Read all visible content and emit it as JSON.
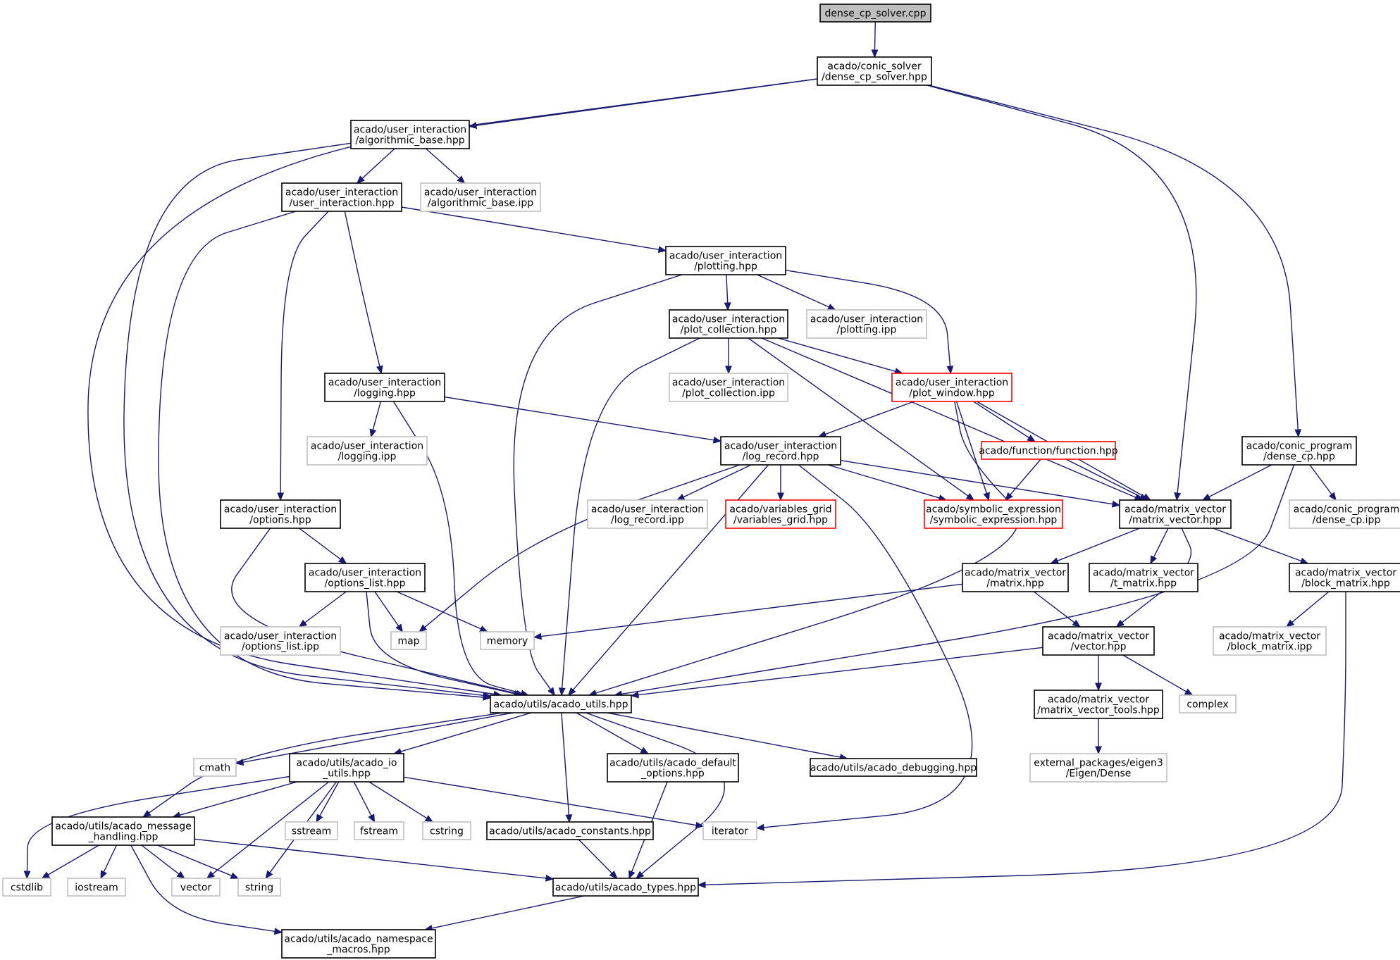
{
  "colors": {
    "edge": "#191970",
    "root_fill": "#bfbfbf",
    "normal_border": "#000000",
    "external_border": "#bfbfbf",
    "truncated_border": "#ff0000",
    "text": "#000000"
  },
  "nodes": {
    "dense_cp_solver_cpp": {
      "lines": [
        "dense_cp_solver.cpp"
      ],
      "kind": "root"
    },
    "conic_solver_dense_cp_solver_hpp": {
      "lines": [
        "acado/conic_solver",
        "/dense_cp_solver.hpp"
      ],
      "kind": "normal"
    },
    "algorithmic_base_hpp": {
      "lines": [
        "acado/user_interaction",
        "/algorithmic_base.hpp"
      ],
      "kind": "normal"
    },
    "user_interaction_hpp": {
      "lines": [
        "acado/user_interaction",
        "/user_interaction.hpp"
      ],
      "kind": "normal"
    },
    "algorithmic_base_ipp": {
      "lines": [
        "acado/user_interaction",
        "/algorithmic_base.ipp"
      ],
      "kind": "external"
    },
    "plotting_hpp": {
      "lines": [
        "acado/user_interaction",
        "/plotting.hpp"
      ],
      "kind": "normal"
    },
    "plot_collection_hpp": {
      "lines": [
        "acado/user_interaction",
        "/plot_collection.hpp"
      ],
      "kind": "normal"
    },
    "plotting_ipp": {
      "lines": [
        "acado/user_interaction",
        "/plotting.ipp"
      ],
      "kind": "external"
    },
    "logging_hpp": {
      "lines": [
        "acado/user_interaction",
        "/logging.hpp"
      ],
      "kind": "normal"
    },
    "plot_collection_ipp": {
      "lines": [
        "acado/user_interaction",
        "/plot_collection.ipp"
      ],
      "kind": "external"
    },
    "plot_window_hpp": {
      "lines": [
        "acado/user_interaction",
        "/plot_window.hpp"
      ],
      "kind": "truncated"
    },
    "logging_ipp": {
      "lines": [
        "acado/user_interaction",
        "/logging.ipp"
      ],
      "kind": "external"
    },
    "log_record_hpp": {
      "lines": [
        "acado/user_interaction",
        "/log_record.hpp"
      ],
      "kind": "normal"
    },
    "function_hpp": {
      "lines": [
        "acado/function/function.hpp"
      ],
      "kind": "truncated"
    },
    "dense_cp_hpp": {
      "lines": [
        "acado/conic_program",
        "/dense_cp.hpp"
      ],
      "kind": "normal"
    },
    "options_hpp": {
      "lines": [
        "acado/user_interaction",
        "/options.hpp"
      ],
      "kind": "normal"
    },
    "log_record_ipp": {
      "lines": [
        "acado/user_interaction",
        "/log_record.ipp"
      ],
      "kind": "external"
    },
    "variables_grid_hpp": {
      "lines": [
        "acado/variables_grid",
        "/variables_grid.hpp"
      ],
      "kind": "truncated"
    },
    "symbolic_expression_hpp": {
      "lines": [
        "acado/symbolic_expression",
        "/symbolic_expression.hpp"
      ],
      "kind": "truncated"
    },
    "matrix_vector_hpp": {
      "lines": [
        "acado/matrix_vector",
        "/matrix_vector.hpp"
      ],
      "kind": "normal"
    },
    "dense_cp_ipp": {
      "lines": [
        "acado/conic_program",
        "/dense_cp.ipp"
      ],
      "kind": "external"
    },
    "options_list_hpp": {
      "lines": [
        "acado/user_interaction",
        "/options_list.hpp"
      ],
      "kind": "normal"
    },
    "matrix_hpp": {
      "lines": [
        "acado/matrix_vector",
        "/matrix.hpp"
      ],
      "kind": "normal"
    },
    "t_matrix_hpp": {
      "lines": [
        "acado/matrix_vector",
        "/t_matrix.hpp"
      ],
      "kind": "normal"
    },
    "block_matrix_hpp": {
      "lines": [
        "acado/matrix_vector",
        "/block_matrix.hpp"
      ],
      "kind": "normal"
    },
    "options_list_ipp": {
      "lines": [
        "acado/user_interaction",
        "/options_list.ipp"
      ],
      "kind": "external"
    },
    "map": {
      "lines": [
        "map"
      ],
      "kind": "external"
    },
    "memory": {
      "lines": [
        "memory"
      ],
      "kind": "external"
    },
    "vector_hpp": {
      "lines": [
        "acado/matrix_vector",
        "/vector.hpp"
      ],
      "kind": "normal"
    },
    "block_matrix_ipp": {
      "lines": [
        "acado/matrix_vector",
        "/block_matrix.ipp"
      ],
      "kind": "external"
    },
    "acado_utils_hpp": {
      "lines": [
        "acado/utils/acado_utils.hpp"
      ],
      "kind": "normal"
    },
    "matrix_vector_tools_hpp": {
      "lines": [
        "acado/matrix_vector",
        "/matrix_vector_tools.hpp"
      ],
      "kind": "normal"
    },
    "complex": {
      "lines": [
        "complex"
      ],
      "kind": "external"
    },
    "cmath": {
      "lines": [
        "cmath"
      ],
      "kind": "external"
    },
    "acado_io_utils_hpp": {
      "lines": [
        "acado/utils/acado_io",
        "_utils.hpp"
      ],
      "kind": "normal"
    },
    "acado_default_options_hpp": {
      "lines": [
        "acado/utils/acado_default",
        "_options.hpp"
      ],
      "kind": "normal"
    },
    "acado_debugging_hpp": {
      "lines": [
        "acado/utils/acado_debugging.hpp"
      ],
      "kind": "normal"
    },
    "eigen3_dense": {
      "lines": [
        "external_packages/eigen3",
        "/Eigen/Dense"
      ],
      "kind": "external"
    },
    "acado_message_handling_hpp": {
      "lines": [
        "acado/utils/acado_message",
        "_handling.hpp"
      ],
      "kind": "normal"
    },
    "sstream": {
      "lines": [
        "sstream"
      ],
      "kind": "external"
    },
    "fstream": {
      "lines": [
        "fstream"
      ],
      "kind": "external"
    },
    "cstring": {
      "lines": [
        "cstring"
      ],
      "kind": "external"
    },
    "acado_constants_hpp": {
      "lines": [
        "acado/utils/acado_constants.hpp"
      ],
      "kind": "normal"
    },
    "iterator": {
      "lines": [
        "iterator"
      ],
      "kind": "external"
    },
    "cstdlib": {
      "lines": [
        "cstdlib"
      ],
      "kind": "external"
    },
    "iostream": {
      "lines": [
        "iostream"
      ],
      "kind": "external"
    },
    "vector": {
      "lines": [
        "vector"
      ],
      "kind": "external"
    },
    "string": {
      "lines": [
        "string"
      ],
      "kind": "external"
    },
    "acado_types_hpp": {
      "lines": [
        "acado/utils/acado_types.hpp"
      ],
      "kind": "normal"
    },
    "acado_namespace_macros_hpp": {
      "lines": [
        "acado/utils/acado_namespace",
        "_macros.hpp"
      ],
      "kind": "normal"
    }
  },
  "edges": [
    [
      "dense_cp_solver_cpp",
      "conic_solver_dense_cp_solver_hpp"
    ],
    [
      "conic_solver_dense_cp_solver_hpp",
      "algorithmic_base_hpp"
    ],
    [
      "conic_solver_dense_cp_solver_hpp",
      "acado_utils_hpp"
    ],
    [
      "conic_solver_dense_cp_solver_hpp",
      "matrix_vector_hpp"
    ],
    [
      "conic_solver_dense_cp_solver_hpp",
      "dense_cp_hpp"
    ],
    [
      "algorithmic_base_hpp",
      "user_interaction_hpp"
    ],
    [
      "algorithmic_base_hpp",
      "algorithmic_base_ipp"
    ],
    [
      "algorithmic_base_hpp",
      "acado_utils_hpp"
    ],
    [
      "user_interaction_hpp",
      "plotting_hpp"
    ],
    [
      "user_interaction_hpp",
      "logging_hpp"
    ],
    [
      "user_interaction_hpp",
      "options_hpp"
    ],
    [
      "user_interaction_hpp",
      "acado_utils_hpp"
    ],
    [
      "plotting_hpp",
      "plot_collection_hpp"
    ],
    [
      "plotting_hpp",
      "plotting_ipp"
    ],
    [
      "plotting_hpp",
      "plot_window_hpp"
    ],
    [
      "plotting_hpp",
      "acado_utils_hpp"
    ],
    [
      "plot_collection_hpp",
      "plot_collection_ipp"
    ],
    [
      "plot_collection_hpp",
      "plot_window_hpp"
    ],
    [
      "plot_collection_hpp",
      "symbolic_expression_hpp"
    ],
    [
      "plot_collection_hpp",
      "matrix_vector_hpp"
    ],
    [
      "plot_collection_hpp",
      "acado_utils_hpp"
    ],
    [
      "plot_window_hpp",
      "log_record_hpp"
    ],
    [
      "plot_window_hpp",
      "function_hpp"
    ],
    [
      "plot_window_hpp",
      "symbolic_expression_hpp"
    ],
    [
      "plot_window_hpp",
      "matrix_vector_hpp"
    ],
    [
      "plot_window_hpp",
      "acado_utils_hpp"
    ],
    [
      "function_hpp",
      "symbolic_expression_hpp"
    ],
    [
      "function_hpp",
      "matrix_vector_hpp"
    ],
    [
      "logging_hpp",
      "logging_ipp"
    ],
    [
      "logging_hpp",
      "log_record_hpp"
    ],
    [
      "logging_hpp",
      "acado_utils_hpp"
    ],
    [
      "log_record_hpp",
      "log_record_ipp"
    ],
    [
      "log_record_hpp",
      "variables_grid_hpp"
    ],
    [
      "log_record_hpp",
      "symbolic_expression_hpp"
    ],
    [
      "log_record_hpp",
      "matrix_vector_hpp"
    ],
    [
      "log_record_hpp",
      "map"
    ],
    [
      "log_record_hpp",
      "acado_utils_hpp"
    ],
    [
      "log_record_hpp",
      "iterator"
    ],
    [
      "dense_cp_hpp",
      "matrix_vector_hpp"
    ],
    [
      "dense_cp_hpp",
      "dense_cp_ipp"
    ],
    [
      "dense_cp_hpp",
      "acado_utils_hpp"
    ],
    [
      "options_hpp",
      "options_list_hpp"
    ],
    [
      "options_hpp",
      "acado_utils_hpp"
    ],
    [
      "options_list_hpp",
      "options_list_ipp"
    ],
    [
      "options_list_hpp",
      "map"
    ],
    [
      "options_list_hpp",
      "memory"
    ],
    [
      "options_list_hpp",
      "acado_utils_hpp"
    ],
    [
      "matrix_vector_hpp",
      "matrix_hpp"
    ],
    [
      "matrix_vector_hpp",
      "t_matrix_hpp"
    ],
    [
      "matrix_vector_hpp",
      "block_matrix_hpp"
    ],
    [
      "matrix_vector_hpp",
      "vector_hpp"
    ],
    [
      "matrix_hpp",
      "memory"
    ],
    [
      "matrix_hpp",
      "vector_hpp"
    ],
    [
      "block_matrix_hpp",
      "block_matrix_ipp"
    ],
    [
      "block_matrix_hpp",
      "acado_types_hpp"
    ],
    [
      "vector_hpp",
      "acado_utils_hpp"
    ],
    [
      "vector_hpp",
      "matrix_vector_tools_hpp"
    ],
    [
      "vector_hpp",
      "complex"
    ],
    [
      "matrix_vector_tools_hpp",
      "eigen3_dense"
    ],
    [
      "acado_utils_hpp",
      "cmath"
    ],
    [
      "acado_utils_hpp",
      "acado_io_utils_hpp"
    ],
    [
      "acado_utils_hpp",
      "acado_default_options_hpp"
    ],
    [
      "acado_utils_hpp",
      "acado_debugging_hpp"
    ],
    [
      "acado_utils_hpp",
      "acado_message_handling_hpp"
    ],
    [
      "acado_utils_hpp",
      "acado_constants_hpp"
    ],
    [
      "acado_utils_hpp",
      "acado_types_hpp"
    ],
    [
      "acado_io_utils_hpp",
      "acado_message_handling_hpp"
    ],
    [
      "acado_io_utils_hpp",
      "sstream"
    ],
    [
      "acado_io_utils_hpp",
      "fstream"
    ],
    [
      "acado_io_utils_hpp",
      "cstring"
    ],
    [
      "acado_io_utils_hpp",
      "iterator"
    ],
    [
      "acado_io_utils_hpp",
      "cstdlib"
    ],
    [
      "acado_io_utils_hpp",
      "vector"
    ],
    [
      "acado_io_utils_hpp",
      "string"
    ],
    [
      "acado_default_options_hpp",
      "acado_types_hpp"
    ],
    [
      "acado_constants_hpp",
      "acado_types_hpp"
    ],
    [
      "acado_message_handling_hpp",
      "cstdlib"
    ],
    [
      "acado_message_handling_hpp",
      "iostream"
    ],
    [
      "acado_message_handling_hpp",
      "vector"
    ],
    [
      "acado_message_handling_hpp",
      "string"
    ],
    [
      "acado_message_handling_hpp",
      "acado_types_hpp"
    ],
    [
      "acado_message_handling_hpp",
      "acado_namespace_macros_hpp"
    ],
    [
      "acado_types_hpp",
      "acado_namespace_macros_hpp"
    ]
  ]
}
